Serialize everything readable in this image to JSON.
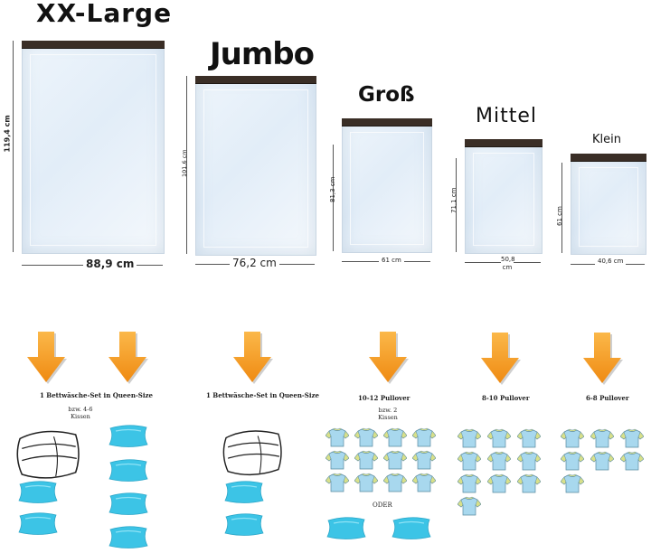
{
  "sizes": [
    {
      "name": "XX-Large",
      "width": "88,9 cm",
      "height": "119,4 cm"
    },
    {
      "name": "Jumbo",
      "width": "76,2 cm",
      "height": "101,6 cm"
    },
    {
      "name": "Groß",
      "width": "61 cm",
      "height": "81,3 cm"
    },
    {
      "name": "Mittel",
      "width": "50,8 cm",
      "height": "71,1 cm"
    },
    {
      "name": "Klein",
      "width": "40,6 cm",
      "height": "61 cm"
    }
  ],
  "capacities": [
    {
      "main": "1 Bettwäsche-Set in Queen-Size",
      "alt": "bzw. 4-6 Kissen"
    },
    {
      "main": "1 Bettwäsche-Set in Queen-Size"
    },
    {
      "main": "10-12 Pullover",
      "alt": "bzw. 2 Kissen",
      "or": "ODER"
    },
    {
      "main": "8-10 Pullover"
    },
    {
      "main": "6-8 Pullover"
    }
  ],
  "colors": {
    "arrow": "#f39a1c",
    "pillow": "#3cc4e6",
    "shirt": "#a8d8ee",
    "collar": "#d8e08a",
    "zip": "#3a2e26"
  }
}
